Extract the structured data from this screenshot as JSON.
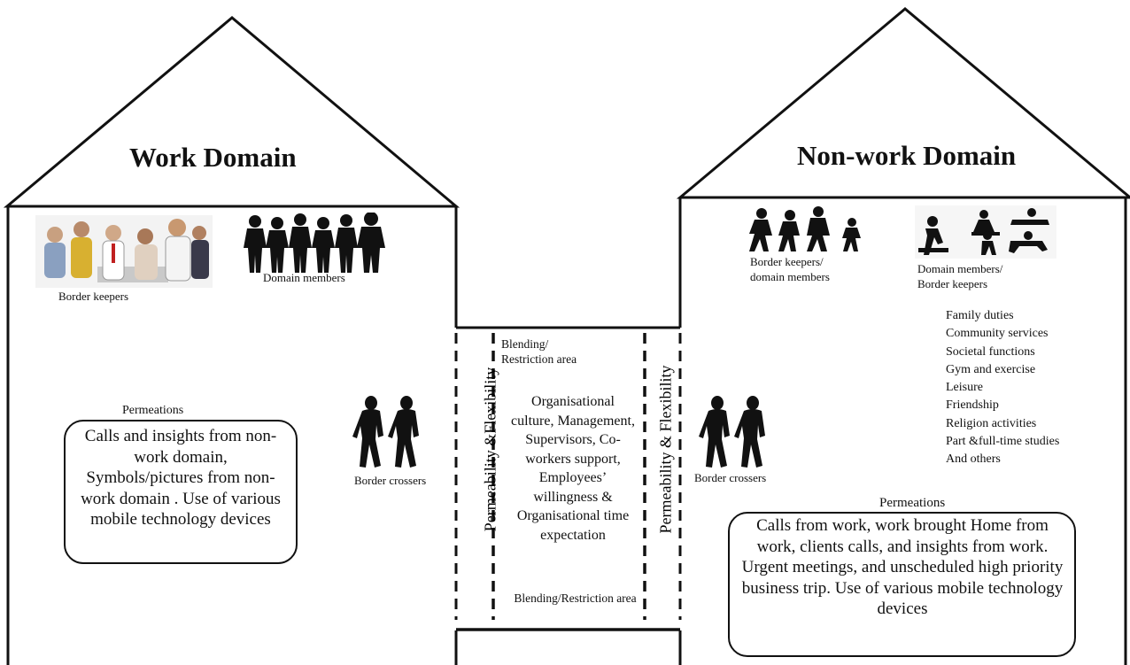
{
  "work": {
    "title": "Work Domain",
    "border_keepers_label": "Border keepers",
    "domain_members_label": "Domain members",
    "border_crossers_label": "Border crossers",
    "permeations_label": "Permeations",
    "permeations_text": "Calls  and insights from non-work domain, Symbols/pictures from non-work domain . Use of  various mobile technology devices"
  },
  "middle": {
    "top_label": "Blending/ Restriction area",
    "factors_text": "Organisational culture, Management, Supervisors, Co-workers support, Employees’ willingness & Organisational time  expectation",
    "bottom_label": "Blending/Restriction area",
    "left_vertical": "Permeability &Flexibility",
    "right_vertical": "Permeability & Flexibility"
  },
  "nonwork": {
    "title": "Non-work Domain",
    "border_keepers_label": "Border keepers/ domain members",
    "domain_members_label": "Domain members/ Border keepers",
    "activities": [
      "Family duties",
      "Community services",
      "Societal functions",
      "Gym and exercise",
      "Leisure",
      "Friendship",
      "Religion  activities",
      "Part &full-time  studies",
      "And others"
    ],
    "border_crossers_label": "Border crossers",
    "permeations_label": "Permeations",
    "permeations_text": "Calls  from work, work brought Home from work, clients calls, and insights from work. Urgent meetings, and unscheduled  high priority business trip. Use of various mobile technology devices"
  }
}
